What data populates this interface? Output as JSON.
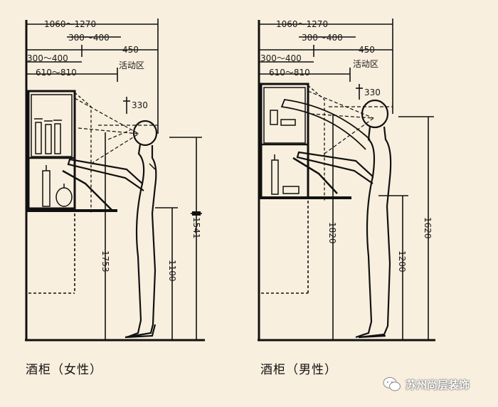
{
  "left_panel": {
    "caption": "酒柜（女性）",
    "dims": {
      "top_total": "1060～1270",
      "second": "300～400",
      "third_left": "300～400",
      "right_450": "450",
      "fourth": "610～810",
      "activity_zone": "活动区",
      "head_clearance": "330",
      "shelf_height": "1753",
      "counter_height": "1100",
      "eye_height": "1541"
    }
  },
  "right_panel": {
    "caption": "酒柜（男性）",
    "dims": {
      "top_total": "1060～1270",
      "second": "300～400",
      "third_left": "300～400",
      "right_450": "450",
      "fourth": "610～810",
      "activity_zone": "活动区",
      "head_clearance": "330",
      "shelf_height": "1820",
      "counter_height": "1200",
      "eye_height": "1620"
    }
  },
  "watermark": {
    "text": "苏州尚层装饰",
    "icon": "wechat-icon"
  }
}
